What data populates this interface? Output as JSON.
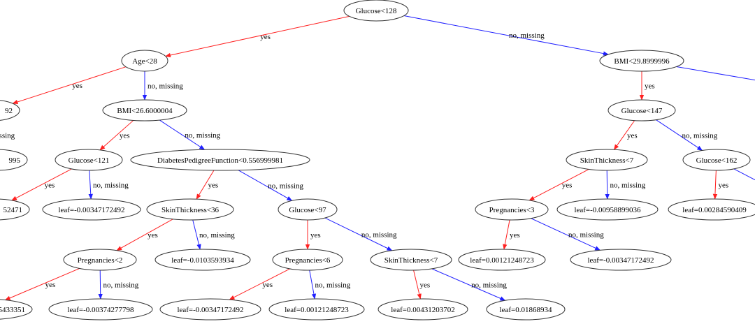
{
  "colors": {
    "yes": "#ff2020",
    "no": "#2020ff",
    "node_stroke": "#333333"
  },
  "edge_labels": {
    "yes": "yes",
    "no": "no, missing",
    "no_partial": "issing"
  },
  "nodes": [
    {
      "id": "n0",
      "label": "Glucose<128"
    },
    {
      "id": "n1",
      "label": "Age<28"
    },
    {
      "id": "n2",
      "label": "92"
    },
    {
      "id": "n2b",
      "label": "995"
    },
    {
      "id": "n3",
      "label": "BMI<26.6000004"
    },
    {
      "id": "n4",
      "label": "Glucose<121"
    },
    {
      "id": "n5",
      "label": "DiabetesPedigreeFunction<0.556999981"
    },
    {
      "id": "n4a",
      "label": "52471"
    },
    {
      "id": "n6",
      "label": "leaf=-0.00347172492"
    },
    {
      "id": "n7",
      "label": "SkinThickness<36"
    },
    {
      "id": "n8",
      "label": "Glucose<97"
    },
    {
      "id": "n9",
      "label": "Pregnancies<2"
    },
    {
      "id": "n10",
      "label": "leaf=-0.0103593934"
    },
    {
      "id": "n11",
      "label": "Pregnancies<6"
    },
    {
      "id": "n12",
      "label": "SkinThickness<7"
    },
    {
      "id": "n9a",
      "label": "5433351"
    },
    {
      "id": "n13",
      "label": "leaf=-0.00374277798"
    },
    {
      "id": "n14",
      "label": "leaf=-0.00347172492"
    },
    {
      "id": "n15",
      "label": "leaf=0.00121248723"
    },
    {
      "id": "n16",
      "label": "leaf=0.00431203702"
    },
    {
      "id": "n17",
      "label": "leaf=0.01868934"
    },
    {
      "id": "n18",
      "label": "BMI<29.8999996"
    },
    {
      "id": "n19",
      "label": "Glucose<147"
    },
    {
      "id": "n20",
      "label": "SkinThickness<7"
    },
    {
      "id": "n21",
      "label": "Glucose<162"
    },
    {
      "id": "n22",
      "label": "Pregnancies<3"
    },
    {
      "id": "n23",
      "label": "leaf=-0.00958899036"
    },
    {
      "id": "n24",
      "label": "leaf=0.00284590409"
    },
    {
      "id": "n25",
      "label": "leaf=0.00121248723"
    },
    {
      "id": "n26",
      "label": "leaf=-0.00347172492"
    }
  ],
  "edges": [
    {
      "from": "n0",
      "to": "n1",
      "kind": "yes"
    },
    {
      "from": "n0",
      "to": "n18",
      "kind": "no"
    },
    {
      "from": "n1",
      "to": "n2",
      "kind": "yes"
    },
    {
      "from": "n1",
      "to": "n3",
      "kind": "no"
    },
    {
      "from": "n2",
      "to": "n2b",
      "kind": "no_partial"
    },
    {
      "from": "n3",
      "to": "n4",
      "kind": "yes"
    },
    {
      "from": "n3",
      "to": "n5",
      "kind": "no"
    },
    {
      "from": "n4",
      "to": "n4a",
      "kind": "yes"
    },
    {
      "from": "n4",
      "to": "n6",
      "kind": "no"
    },
    {
      "from": "n5",
      "to": "n7",
      "kind": "yes"
    },
    {
      "from": "n5",
      "to": "n8",
      "kind": "no"
    },
    {
      "from": "n7",
      "to": "n9",
      "kind": "yes"
    },
    {
      "from": "n7",
      "to": "n10",
      "kind": "no"
    },
    {
      "from": "n8",
      "to": "n11",
      "kind": "yes"
    },
    {
      "from": "n8",
      "to": "n12",
      "kind": "no"
    },
    {
      "from": "n9",
      "to": "n9a",
      "kind": "yes"
    },
    {
      "from": "n9",
      "to": "n13",
      "kind": "no"
    },
    {
      "from": "n11",
      "to": "n14",
      "kind": "yes"
    },
    {
      "from": "n11",
      "to": "n15",
      "kind": "no"
    },
    {
      "from": "n12",
      "to": "n16",
      "kind": "yes"
    },
    {
      "from": "n12",
      "to": "n17",
      "kind": "no"
    },
    {
      "from": "n18",
      "to": "n19",
      "kind": "yes"
    },
    {
      "from": "n18",
      "to": "offR1",
      "kind": "no_nolabel"
    },
    {
      "from": "n19",
      "to": "n20",
      "kind": "yes"
    },
    {
      "from": "n19",
      "to": "n21",
      "kind": "no"
    },
    {
      "from": "n20",
      "to": "n22",
      "kind": "yes"
    },
    {
      "from": "n20",
      "to": "n23",
      "kind": "no"
    },
    {
      "from": "n21",
      "to": "n24",
      "kind": "yes"
    },
    {
      "from": "n21",
      "to": "offR2",
      "kind": "no_nolabel"
    },
    {
      "from": "n22",
      "to": "n25",
      "kind": "yes"
    },
    {
      "from": "n22",
      "to": "n26",
      "kind": "no"
    }
  ]
}
